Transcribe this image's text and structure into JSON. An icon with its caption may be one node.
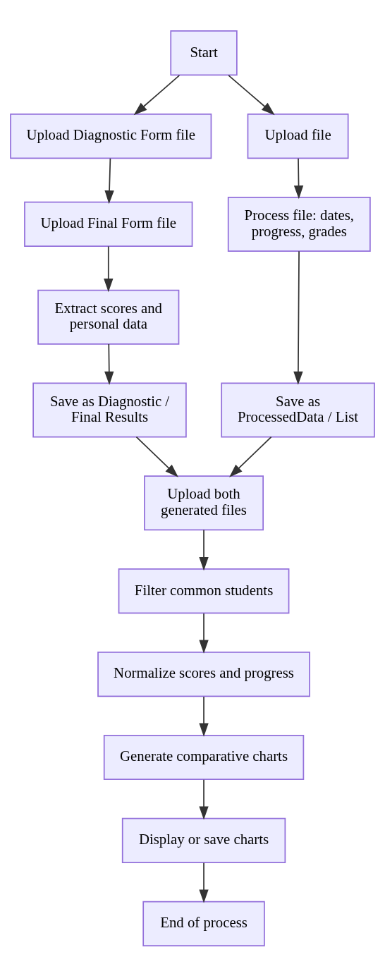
{
  "diagram": {
    "nodes": [
      {
        "text": [
          "Start"
        ]
      },
      {
        "text": [
          "Upload Diagnostic Form file"
        ]
      },
      {
        "text": [
          "Upload file"
        ]
      },
      {
        "text": [
          "Upload Final Form file"
        ]
      },
      {
        "text": [
          "Process file: dates, progress, grades"
        ]
      },
      {
        "text": [
          "Extract scores and personal data"
        ]
      },
      {
        "text": [
          "Save as ProcessedData / List"
        ]
      },
      {
        "text": [
          "Save as Diagnostic / Final Results"
        ]
      },
      {
        "text": [
          "Upload both generated files"
        ]
      },
      {
        "text": [
          "Filter common students"
        ]
      },
      {
        "text": [
          "Normalize scores and progress"
        ]
      },
      {
        "text": [
          "Generate comparative charts"
        ]
      },
      {
        "text": [
          "Display or save charts"
        ]
      },
      {
        "text": [
          "End of process"
        ]
      }
    ],
    "edges": [
      {
        "from": 0,
        "to": 2,
        "arrow": "to"
      },
      {
        "from": 0,
        "to": 1,
        "arrow": "to"
      },
      {
        "from": 1,
        "to": 3,
        "arrow": "to"
      },
      {
        "from": 2,
        "to": 4,
        "arrow": "to"
      },
      {
        "from": 3,
        "to": 5,
        "arrow": "to"
      },
      {
        "from": 4,
        "to": 6,
        "arrow": "to"
      },
      {
        "from": 5,
        "to": 7,
        "arrow": "to"
      },
      {
        "from": 6,
        "to": 8,
        "arrow": "to"
      },
      {
        "from": 7,
        "to": 8,
        "arrow": "to"
      },
      {
        "from": 8,
        "to": 9,
        "arrow": "to"
      },
      {
        "from": 9,
        "to": 10,
        "arrow": "to"
      },
      {
        "from": 10,
        "to": 11,
        "arrow": "to"
      },
      {
        "from": 11,
        "to": 12,
        "arrow": "to"
      },
      {
        "from": 12,
        "to": 13,
        "arrow": "to"
      }
    ]
  }
}
